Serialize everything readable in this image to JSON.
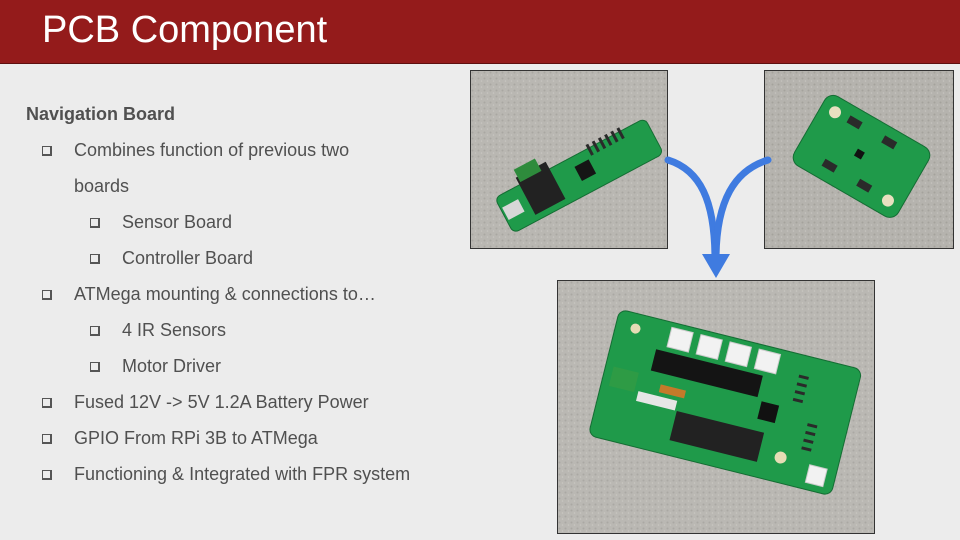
{
  "slide": {
    "title": "PCB Component"
  },
  "content": {
    "heading": "Navigation Board",
    "bullets": [
      {
        "text": "Combines function of previous two",
        "level": 1
      },
      {
        "text": "boards",
        "level": 1,
        "continuation": true
      },
      {
        "text": "Sensor Board",
        "level": 2
      },
      {
        "text": "Controller Board",
        "level": 2
      },
      {
        "text": "ATMega mounting & connections to…",
        "level": 1
      },
      {
        "text": "4 IR Sensors",
        "level": 2
      },
      {
        "text": "Motor Driver",
        "level": 2
      },
      {
        "text": "Fused 12V -> 5V 1.2A Battery Power",
        "level": 1
      },
      {
        "text": "GPIO From RPi 3B to ATMega",
        "level": 1
      },
      {
        "text": "Functioning & Integrated with FPR system",
        "level": 1
      }
    ]
  },
  "colors": {
    "title_bar": "#941b1b",
    "arrow": "#3f7be0",
    "pcb_green": "#1f9a4a"
  },
  "images": [
    {
      "name": "controller-board-photo"
    },
    {
      "name": "sensor-board-photo"
    },
    {
      "name": "navigation-board-photo"
    }
  ]
}
